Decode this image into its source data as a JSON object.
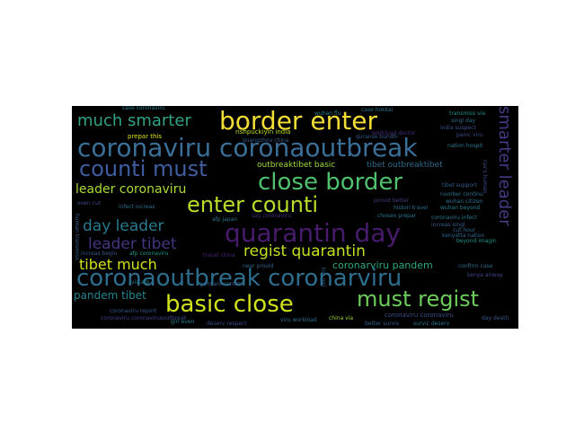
{
  "wordcloud": {
    "background": "#000000",
    "words": [
      {
        "text": "border enter",
        "color": "#f2dd36"
      },
      {
        "text": "coronaviru coronaoutbreak",
        "color": "#3a6f98"
      },
      {
        "text": "counti must",
        "color": "#3f5ea1"
      },
      {
        "text": "close border",
        "color": "#4fc06e"
      },
      {
        "text": "enter counti",
        "color": "#b8de29"
      },
      {
        "text": "quarantin day",
        "color": "#481b6d"
      },
      {
        "text": "coronaoutbreak coronarviru",
        "color": "#2d6e8e"
      },
      {
        "text": "basic close",
        "color": "#d2e21b"
      },
      {
        "text": "must regist",
        "color": "#6ccd5a"
      },
      {
        "text": "much smarter",
        "color": "#33a187"
      },
      {
        "text": "regist quarantin",
        "color": "#c6e020"
      },
      {
        "text": "tibet much",
        "color": "#d4e21a"
      },
      {
        "text": "day leader",
        "color": "#2a7a8e"
      },
      {
        "text": "leader tibet",
        "color": "#463480"
      },
      {
        "text": "smarter leader",
        "color": "#433b84"
      },
      {
        "text": "leader coronaviru",
        "color": "#a8db34"
      },
      {
        "text": "pandem tibet",
        "color": "#25848e"
      },
      {
        "text": "coronarviru pandem",
        "color": "#2aa97f"
      },
      {
        "text": "outbreaktibet basic",
        "color": "#9fda3a"
      },
      {
        "text": "tibet outbreaktibet",
        "color": "#2e6c8e"
      },
      {
        "text": "histori travel",
        "color": "#2c718e"
      },
      {
        "text": "wuhan beyond",
        "color": "#27808e"
      },
      {
        "text": "kenyatta nation",
        "color": "#31678e"
      },
      {
        "text": "coronaviru infect",
        "color": "#2a788e"
      },
      {
        "text": "beyond imagin",
        "color": "#1f958b"
      },
      {
        "text": "increas singl",
        "color": "#365c8d"
      },
      {
        "text": "number continu",
        "color": "#2d718e"
      },
      {
        "text": "confirm case",
        "color": "#2f6c8e"
      },
      {
        "text": "coronaviru coronaviru",
        "color": "#3b518b"
      },
      {
        "text": "coronaviru coronavirusoutbreak",
        "color": "#404688"
      },
      {
        "text": "coronaviru report",
        "color": "#38588c"
      },
      {
        "text": "china via",
        "color": "#9bd93c"
      },
      {
        "text": "viru workload",
        "color": "#2e6f8e"
      },
      {
        "text": "germani confirm",
        "color": "#33628d"
      },
      {
        "text": "giri even",
        "color": "#25838e"
      },
      {
        "text": "afp japan",
        "color": "#2b748e"
      },
      {
        "text": "say coronaviru",
        "color": "#472f7d"
      },
      {
        "text": "travel china",
        "color": "#482173"
      },
      {
        "text": "near provid",
        "color": "#31668e"
      },
      {
        "text": "via afp",
        "color": "#277f8e"
      },
      {
        "text": "even cut",
        "color": "#3e4a89"
      },
      {
        "text": "infect increas",
        "color": "#2d708e"
      },
      {
        "text": "increas begin",
        "color": "#38598c"
      },
      {
        "text": "afp coronaviru",
        "color": "#1e9b8a"
      },
      {
        "text": "prepar this",
        "color": "#d8e219"
      },
      {
        "text": "case coronaviru",
        "color": "#26828e"
      },
      {
        "text": "rishpuckiyin india",
        "color": "#c0df25"
      },
      {
        "text": "guangzhou china",
        "color": "#365d8d"
      },
      {
        "text": "singl day",
        "color": "#2e6f8e"
      },
      {
        "text": "india suspect",
        "color": "#3b528b"
      },
      {
        "text": "transmiss via",
        "color": "#20928c"
      },
      {
        "text": "nation hospit",
        "color": "#2a768e"
      },
      {
        "text": "tibet support",
        "color": "#355f8d"
      },
      {
        "text": "panic viru",
        "color": "#3e4989"
      },
      {
        "text": "workload doctor",
        "color": "#472d7b"
      },
      {
        "text": "provid better",
        "color": "#443a83"
      },
      {
        "text": "cut hour",
        "color": "#31688e"
      },
      {
        "text": "wuhan citizen",
        "color": "#2c738e"
      },
      {
        "text": "survic deserv",
        "color": "#2a788e"
      },
      {
        "text": "better surviv",
        "color": "#33638d"
      },
      {
        "text": "deserv respect",
        "color": "#3d4d8a"
      },
      {
        "text": "kenya airway",
        "color": "#3f4889"
      },
      {
        "text": "day death",
        "color": "#38598c"
      },
      {
        "text": "chosen prepar",
        "color": "#2b758e"
      },
      {
        "text": "human transmiss",
        "color": "#34608d"
      },
      {
        "text": "rav's human",
        "color": "#3d4e8a"
      },
      {
        "text": "too giri",
        "color": "#31678e"
      },
      {
        "text": "quranse bundhi",
        "color": "#365d8d"
      },
      {
        "text": "case hokkai",
        "color": "#2c728e"
      },
      {
        "text": "wuhan flu",
        "color": "#287d8e"
      }
    ]
  }
}
